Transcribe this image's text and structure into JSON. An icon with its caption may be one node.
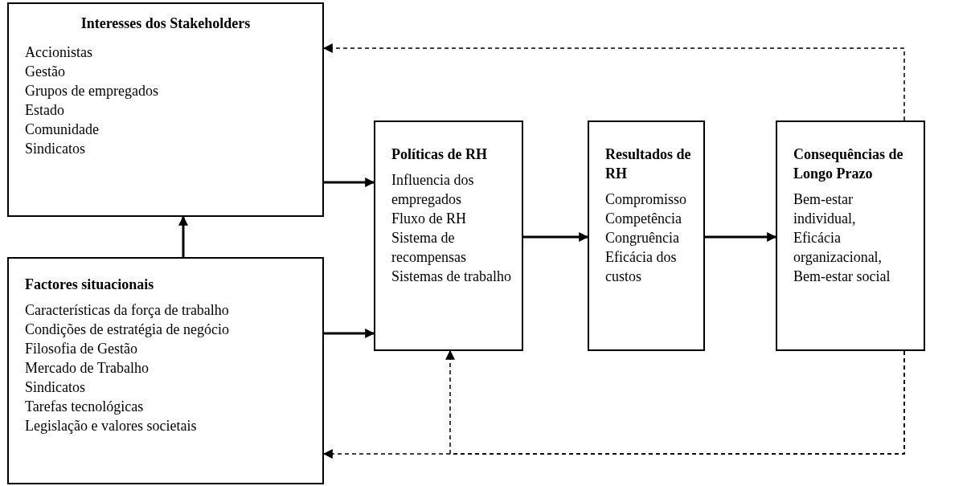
{
  "diagram": {
    "nodes": [
      {
        "text": [
          "Interesses dos Stakeholders",
          "Accionistas",
          "Gestão",
          "Grupos de empregados",
          "Estado",
          "Comunidade",
          "Sindicatos"
        ]
      },
      {
        "text": [
          "Factores situacionais",
          "Características da força de trabalho",
          "Condições de estratégia de negócio",
          "Filosofia de Gestão",
          "Mercado de Trabalho",
          "Sindicatos",
          "Tarefas tecnológicas",
          "Legislação e valores societais"
        ]
      },
      {
        "text": [
          "Políticas de RH",
          "Influencia dos empregados",
          "Fluxo de RH",
          "Sistema de recompensas",
          "Sistemas de trabalho"
        ]
      },
      {
        "text": [
          "Resultados de RH",
          "Compromisso",
          "Competência",
          "Congruência",
          "Eficácia dos custos"
        ]
      },
      {
        "text": [
          "Consequências de Longo Prazo",
          "Bem-estar individual,",
          "Eficácia organizacional,",
          "Bem-estar social"
        ]
      }
    ],
    "edges": [
      {
        "from": 0,
        "to": 2,
        "arrow": "to"
      },
      {
        "from": 1,
        "to": 0,
        "arrow": "to"
      },
      {
        "from": 1,
        "to": 2,
        "arrow": "to"
      },
      {
        "from": 2,
        "to": 3,
        "arrow": "to"
      },
      {
        "from": 3,
        "to": 4,
        "arrow": "to"
      },
      {
        "from": 4,
        "to": 0,
        "arrow": "to",
        "style": "dashed"
      },
      {
        "from": 4,
        "to": 1,
        "arrow": "to",
        "style": "dashed"
      },
      {
        "from": 4,
        "to": 2,
        "arrow": "to",
        "style": "dashed"
      }
    ]
  }
}
